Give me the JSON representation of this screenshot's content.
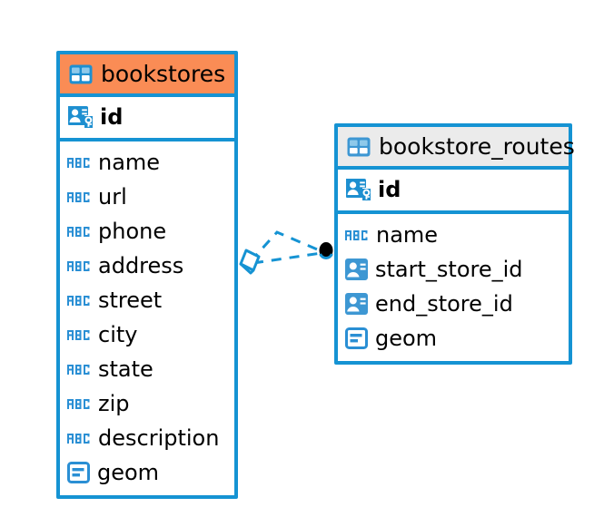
{
  "diagram": {
    "type": "entity-relationship-diagram",
    "background_color": "#ffffff",
    "accent_color": "#1593d3",
    "highlight_color": "#fa8c55",
    "header_gray": "#ebebeb"
  },
  "tables": [
    {
      "name": "bookstores",
      "table_icon": "table-icon",
      "header_style": "accent-orange",
      "primary_keys": [
        {
          "label": "id",
          "icon": "primary-key-icon",
          "type": "pk"
        }
      ],
      "columns": [
        {
          "label": "name",
          "icon": "abc-text-icon",
          "type": "text"
        },
        {
          "label": "url",
          "icon": "abc-text-icon",
          "type": "text"
        },
        {
          "label": "phone",
          "icon": "abc-text-icon",
          "type": "text"
        },
        {
          "label": "address",
          "icon": "abc-text-icon",
          "type": "text"
        },
        {
          "label": "street",
          "icon": "abc-text-icon",
          "type": "text"
        },
        {
          "label": "city",
          "icon": "abc-text-icon",
          "type": "text"
        },
        {
          "label": "state",
          "icon": "abc-text-icon",
          "type": "text"
        },
        {
          "label": "zip",
          "icon": "abc-text-icon",
          "type": "text"
        },
        {
          "label": "description",
          "icon": "abc-text-icon",
          "type": "text"
        },
        {
          "label": "geom",
          "icon": "geometry-icon",
          "type": "geometry"
        }
      ]
    },
    {
      "name": "bookstore_routes",
      "table_icon": "table-icon",
      "header_style": "accent-gray",
      "primary_keys": [
        {
          "label": "id",
          "icon": "primary-key-icon",
          "type": "pk"
        }
      ],
      "columns": [
        {
          "label": "name",
          "icon": "abc-text-icon",
          "type": "text"
        },
        {
          "label": "start_store_id",
          "icon": "foreign-key-icon",
          "type": "fk"
        },
        {
          "label": "end_store_id",
          "icon": "foreign-key-icon",
          "type": "fk"
        },
        {
          "label": "geom",
          "icon": "geometry-icon",
          "type": "geometry"
        }
      ]
    }
  ],
  "relationship": {
    "style": "dashed",
    "color": "#1593d3",
    "source_endpoint": "diamond-endpoint",
    "target_endpoint": "filled-circle-endpoint",
    "from_table": "bookstores",
    "to_table": "bookstore_routes"
  }
}
